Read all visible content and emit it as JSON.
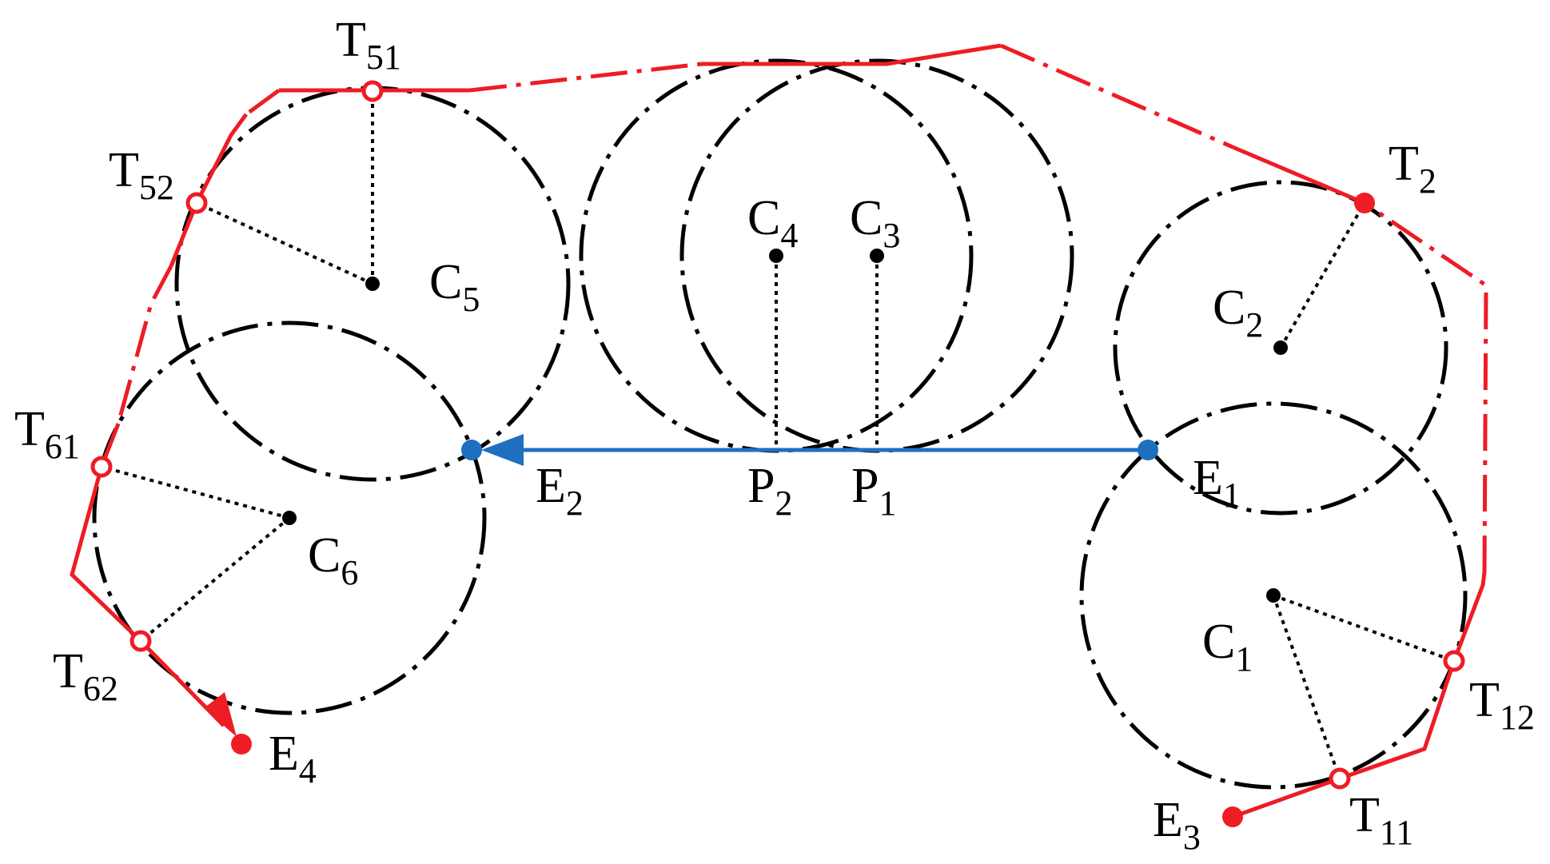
{
  "colors": {
    "path_red": "#ee1c25",
    "guide_blue": "#1f6fc0",
    "circle_black": "#000000"
  },
  "circles": [
    {
      "id": "C1",
      "label": {
        "main": "C",
        "sub": "1"
      }
    },
    {
      "id": "C2",
      "label": {
        "main": "C",
        "sub": "2"
      }
    },
    {
      "id": "C3",
      "label": {
        "main": "C",
        "sub": "3"
      }
    },
    {
      "id": "C4",
      "label": {
        "main": "C",
        "sub": "4"
      }
    },
    {
      "id": "C5",
      "label": {
        "main": "C",
        "sub": "5"
      }
    },
    {
      "id": "C6",
      "label": {
        "main": "C",
        "sub": "6"
      }
    }
  ],
  "points": {
    "E1": {
      "main": "E",
      "sub": "1"
    },
    "E2": {
      "main": "E",
      "sub": "2"
    },
    "E3": {
      "main": "E",
      "sub": "3"
    },
    "E4": {
      "main": "E",
      "sub": "4"
    },
    "P1": {
      "main": "P",
      "sub": "1"
    },
    "P2": {
      "main": "P",
      "sub": "2"
    },
    "T2": {
      "main": "T",
      "sub": "2"
    },
    "T11": {
      "main": "T",
      "sub": "11"
    },
    "T12": {
      "main": "T",
      "sub": "12"
    },
    "T51": {
      "main": "T",
      "sub": "51"
    },
    "T52": {
      "main": "T",
      "sub": "52"
    },
    "T61": {
      "main": "T",
      "sub": "61"
    },
    "T62": {
      "main": "T",
      "sub": "62"
    }
  }
}
